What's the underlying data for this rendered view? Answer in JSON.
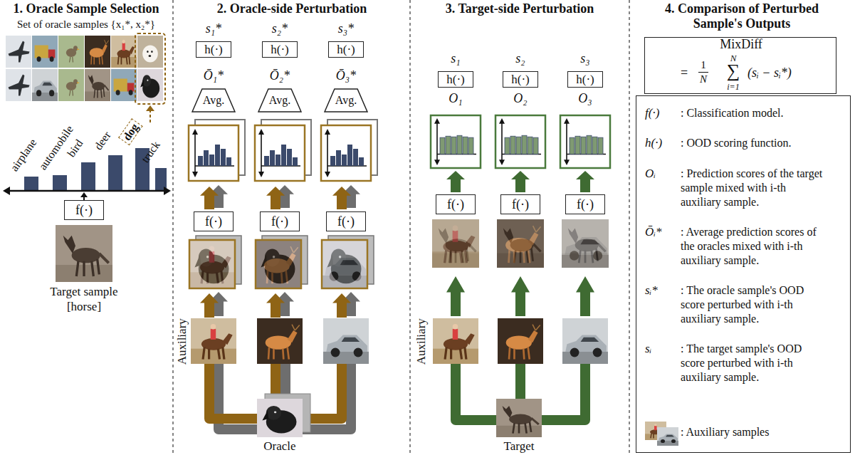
{
  "diagram": {
    "nodes": [
      {
        "text": [
          "f(·)"
        ]
      },
      {
        "text": [
          "h(·)"
        ]
      },
      {
        "text": [
          "h(·)"
        ]
      },
      {
        "text": [
          "h(·)"
        ]
      },
      {
        "text": [
          "Avg."
        ]
      },
      {
        "text": [
          "Avg."
        ]
      },
      {
        "text": [
          "Avg."
        ]
      },
      {
        "text": [
          "f(·)"
        ]
      },
      {
        "text": [
          "f(·)"
        ]
      },
      {
        "text": [
          "f(·)"
        ]
      },
      {
        "text": [
          "h(·)"
        ]
      },
      {
        "text": [
          "h(·)"
        ]
      },
      {
        "text": [
          "h(·)"
        ]
      },
      {
        "text": [
          "f(·)"
        ]
      },
      {
        "text": [
          "f(·)"
        ]
      },
      {
        "text": [
          "f(·)"
        ]
      },
      {
        "text": [
          "MixDiff",
          "=",
          "1",
          "N",
          "N",
          "∑",
          "i=1",
          "(sᵢ − sᵢ*)"
        ]
      },
      {
        "text": [
          "f(·)",
          ": Classification model.",
          "h(·)",
          ": OOD scoring function.",
          "Oᵢ",
          ": Prediction scores of the target sample mixed with i-th auxiliary sample.",
          "Ōᵢ*",
          ": Average prediction scores of the oracles mixed with i-th auxiliary sample.",
          "sᵢ*",
          ": The oracle sample's OOD score perturbed with i-th auxiliary sample.",
          "sᵢ",
          ": The target sample's OOD score perturbed with i-th auxiliary sample.",
          ": Auxiliary samples"
        ]
      }
    ],
    "labels": [
      "1. Oracle Sample Selection",
      "Set of oracle samples {x₁*, x₂*}",
      "airplane",
      "automobile",
      "bird",
      "deer",
      "dog",
      "truck",
      "Target sample",
      "[horse]",
      "2. Oracle-side Perturbation",
      "s₁*",
      "s₂*",
      "s₃*",
      "Ō₁*",
      "Ō₂*",
      "Ō₃*",
      "Auxiliary",
      "Oracle",
      "3. Target-side Perturbation",
      "s₁",
      "s₂",
      "s₃",
      "O₁",
      "O₂",
      "O₃",
      "Auxiliary",
      "Target",
      "4. Comparison of Perturbed Sample's Outputs"
    ]
  }
}
